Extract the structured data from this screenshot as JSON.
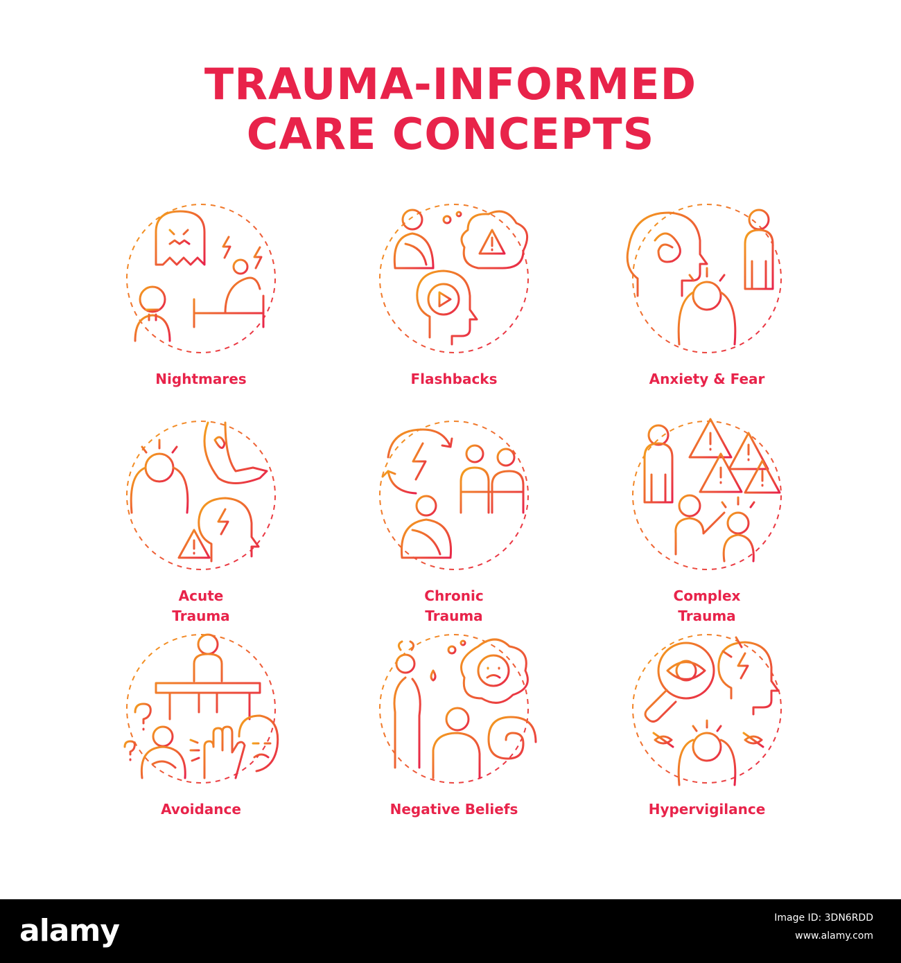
{
  "title": {
    "line1": "TRAUMA-INFORMED",
    "line2": "CARE CONCEPTS"
  },
  "colors": {
    "title": "#e8234a",
    "gradient_start": "#f4a21c",
    "gradient_end": "#e8234a",
    "footer_bg": "#000000",
    "footer_text": "#ffffff"
  },
  "icons": [
    {
      "id": "nightmares",
      "lines": [
        "Nightmares"
      ]
    },
    {
      "id": "flashbacks",
      "lines": [
        "Flashbacks"
      ]
    },
    {
      "id": "anxiety-fear",
      "lines": [
        "Anxiety & Fear"
      ]
    },
    {
      "id": "acute-trauma",
      "lines": [
        "Acute",
        "Trauma"
      ]
    },
    {
      "id": "chronic-trauma",
      "lines": [
        "Chronic",
        "Trauma"
      ]
    },
    {
      "id": "complex-trauma",
      "lines": [
        "Complex",
        "Trauma"
      ]
    },
    {
      "id": "avoidance",
      "lines": [
        "Avoidance"
      ]
    },
    {
      "id": "negative-beliefs",
      "lines": [
        "Negative Beliefs"
      ]
    },
    {
      "id": "hypervigilance",
      "lines": [
        "Hypervigilance"
      ]
    }
  ],
  "footer": {
    "brand": "alamy",
    "image_id": "Image ID: 3DN6RDD",
    "url": "www.alamy.com"
  }
}
